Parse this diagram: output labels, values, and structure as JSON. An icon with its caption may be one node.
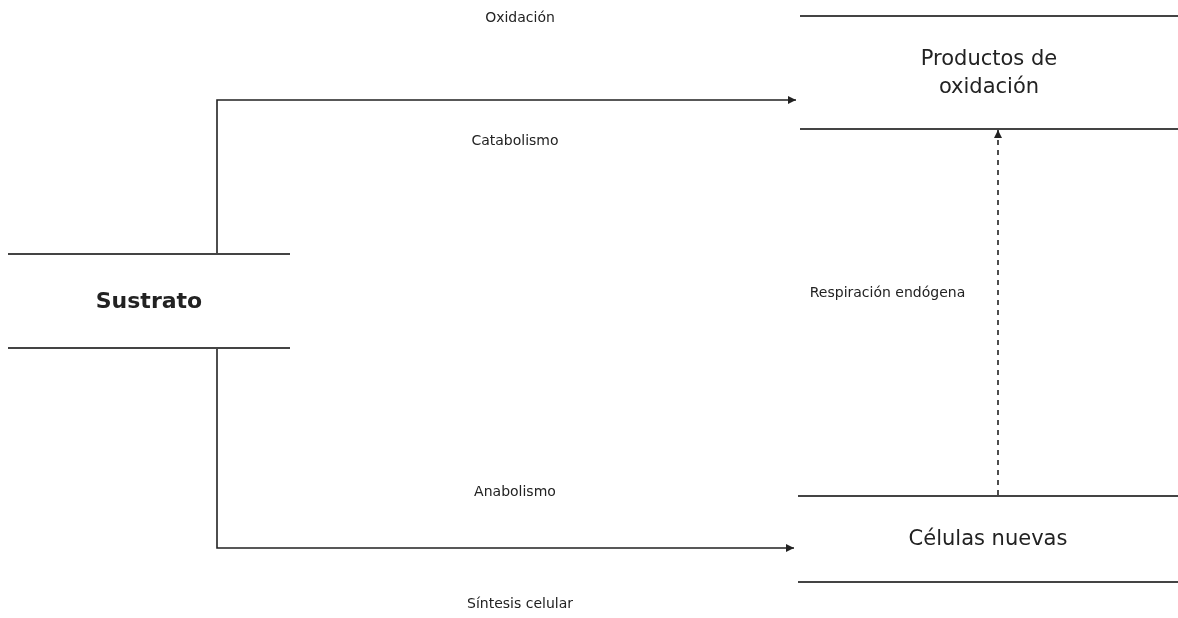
{
  "diagram": {
    "nodes": [
      {
        "text": [
          "Sustrato"
        ]
      },
      {
        "text": [
          "Productos de oxidación"
        ]
      },
      {
        "text": [
          "Células nuevas"
        ]
      }
    ],
    "edges": [
      {
        "from": 0,
        "to": 1,
        "arrow": "to"
      },
      {
        "from": 0,
        "to": 2,
        "arrow": "to"
      },
      {
        "from": 2,
        "to": 1,
        "arrow": "to",
        "style": "dashed"
      }
    ],
    "labels": [
      "Oxidación",
      "Catabolismo",
      "Respiración endógena",
      "Anabolismo",
      "Síntesis celular"
    ]
  }
}
